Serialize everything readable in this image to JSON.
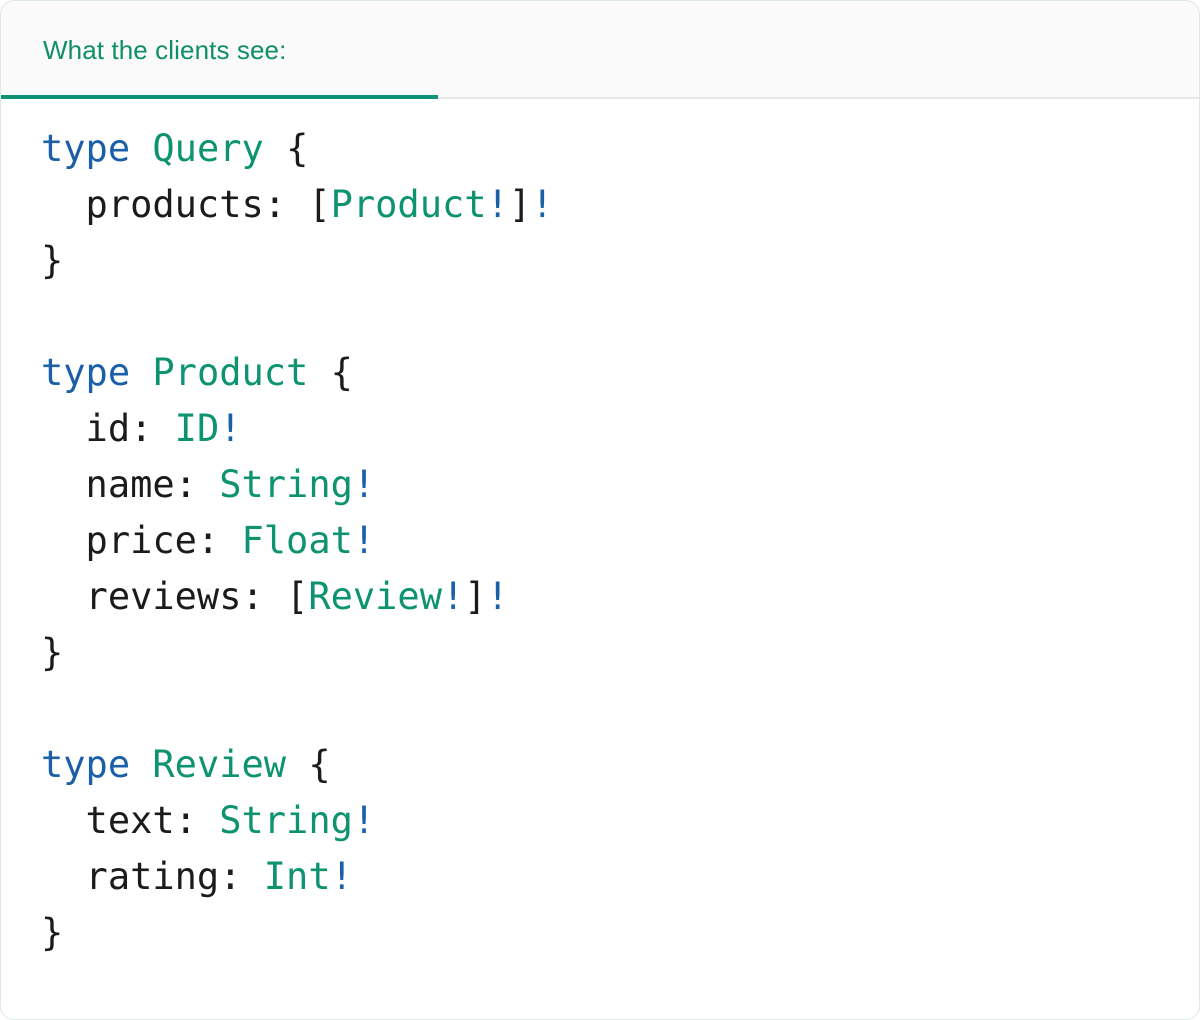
{
  "card": {
    "accent_green": "#0d9373",
    "keyword_blue": "#1a5fa8",
    "text_black": "#1b1b1b",
    "header_bg": "#fafafa",
    "body_bg": "#ffffff"
  },
  "tabs": [
    {
      "label": "What the clients see:",
      "active": true
    }
  ],
  "code": {
    "language": "graphql",
    "lines": [
      {
        "tokens": [
          {
            "text": "type",
            "kind": "keyword"
          },
          {
            "text": " ",
            "kind": "punct"
          },
          {
            "text": "Query",
            "kind": "typename"
          },
          {
            "text": " ",
            "kind": "punct"
          },
          {
            "text": "{",
            "kind": "punct"
          }
        ]
      },
      {
        "tokens": [
          {
            "text": "  products",
            "kind": "field"
          },
          {
            "text": ": ",
            "kind": "punct"
          },
          {
            "text": "[",
            "kind": "punct"
          },
          {
            "text": "Product",
            "kind": "type"
          },
          {
            "text": "!",
            "kind": "bang"
          },
          {
            "text": "]",
            "kind": "punct"
          },
          {
            "text": "!",
            "kind": "bang"
          }
        ]
      },
      {
        "tokens": [
          {
            "text": "}",
            "kind": "punct"
          }
        ]
      },
      {
        "tokens": [
          {
            "text": " ",
            "kind": "punct"
          }
        ]
      },
      {
        "tokens": [
          {
            "text": "type",
            "kind": "keyword"
          },
          {
            "text": " ",
            "kind": "punct"
          },
          {
            "text": "Product",
            "kind": "typename"
          },
          {
            "text": " ",
            "kind": "punct"
          },
          {
            "text": "{",
            "kind": "punct"
          }
        ]
      },
      {
        "tokens": [
          {
            "text": "  id",
            "kind": "field"
          },
          {
            "text": ": ",
            "kind": "punct"
          },
          {
            "text": "ID",
            "kind": "type"
          },
          {
            "text": "!",
            "kind": "bang"
          }
        ]
      },
      {
        "tokens": [
          {
            "text": "  name",
            "kind": "field"
          },
          {
            "text": ": ",
            "kind": "punct"
          },
          {
            "text": "String",
            "kind": "type"
          },
          {
            "text": "!",
            "kind": "bang"
          }
        ]
      },
      {
        "tokens": [
          {
            "text": "  price",
            "kind": "field"
          },
          {
            "text": ": ",
            "kind": "punct"
          },
          {
            "text": "Float",
            "kind": "type"
          },
          {
            "text": "!",
            "kind": "bang"
          }
        ]
      },
      {
        "tokens": [
          {
            "text": "  reviews",
            "kind": "field"
          },
          {
            "text": ": ",
            "kind": "punct"
          },
          {
            "text": "[",
            "kind": "punct"
          },
          {
            "text": "Review",
            "kind": "type"
          },
          {
            "text": "!",
            "kind": "bang"
          },
          {
            "text": "]",
            "kind": "punct"
          },
          {
            "text": "!",
            "kind": "bang"
          }
        ]
      },
      {
        "tokens": [
          {
            "text": "}",
            "kind": "punct"
          }
        ]
      },
      {
        "tokens": [
          {
            "text": " ",
            "kind": "punct"
          }
        ]
      },
      {
        "tokens": [
          {
            "text": "type",
            "kind": "keyword"
          },
          {
            "text": " ",
            "kind": "punct"
          },
          {
            "text": "Review",
            "kind": "typename"
          },
          {
            "text": " ",
            "kind": "punct"
          },
          {
            "text": "{",
            "kind": "punct"
          }
        ]
      },
      {
        "tokens": [
          {
            "text": "  text",
            "kind": "field"
          },
          {
            "text": ": ",
            "kind": "punct"
          },
          {
            "text": "String",
            "kind": "type"
          },
          {
            "text": "!",
            "kind": "bang"
          }
        ]
      },
      {
        "tokens": [
          {
            "text": "  rating",
            "kind": "field"
          },
          {
            "text": ": ",
            "kind": "punct"
          },
          {
            "text": "Int",
            "kind": "type"
          },
          {
            "text": "!",
            "kind": "bang"
          }
        ]
      },
      {
        "tokens": [
          {
            "text": "}",
            "kind": "punct"
          }
        ]
      }
    ]
  }
}
